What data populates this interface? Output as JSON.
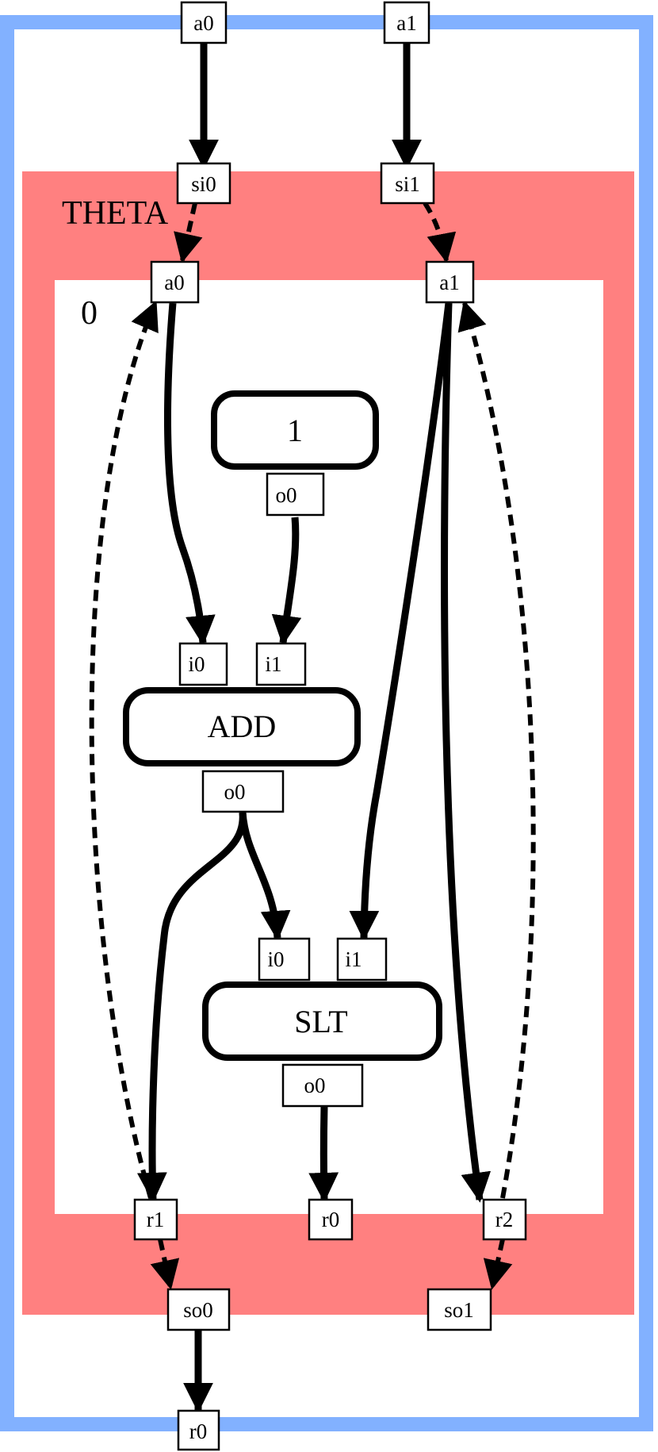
{
  "colors": {
    "outer_region": "#82b1ff",
    "theta_region": "#ff8080",
    "inner_region": "#ffffff"
  },
  "outer": {
    "inputs": [
      "a0",
      "a1"
    ],
    "outputs": [
      "r0"
    ]
  },
  "theta": {
    "label": "THETA",
    "inputs": [
      "si0",
      "si1"
    ],
    "outputs": [
      "so0",
      "so1"
    ]
  },
  "region": {
    "label": "0",
    "arguments": [
      "a0",
      "a1"
    ],
    "results": [
      "r1",
      "r0",
      "r2"
    ]
  },
  "nodes": {
    "const": {
      "label": "1",
      "outputs": [
        "o0"
      ]
    },
    "add": {
      "label": "ADD",
      "inputs": [
        "i0",
        "i1"
      ],
      "outputs": [
        "o0"
      ]
    },
    "slt": {
      "label": "SLT",
      "inputs": [
        "i0",
        "i1"
      ],
      "outputs": [
        "o0"
      ]
    }
  }
}
